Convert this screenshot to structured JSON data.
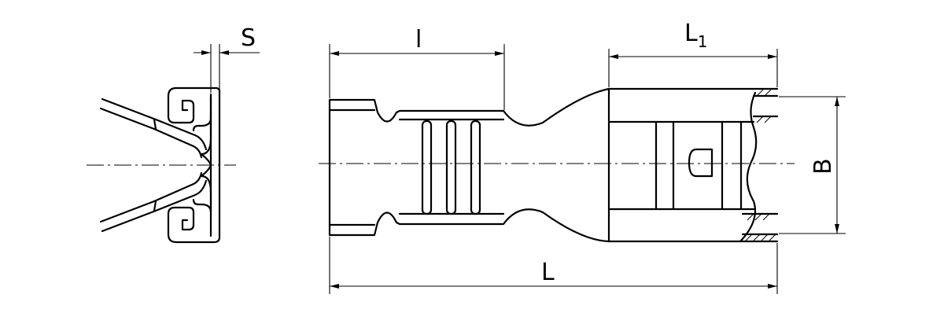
{
  "dimensions": {
    "s": "S",
    "l": "l",
    "l1_base": "L",
    "l1_sub": "1",
    "total": "L",
    "b": "B"
  }
}
